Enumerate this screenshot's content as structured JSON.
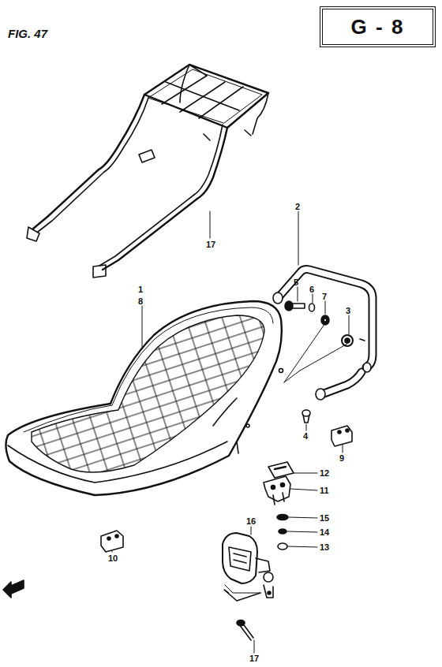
{
  "diagram": {
    "title": "FIG. 47",
    "nodes": [
      {
        "text": [
          "G - 8"
        ]
      }
    ],
    "labels": [
      "17",
      "2",
      "1",
      "8",
      "5",
      "6",
      "7",
      "3",
      "4",
      "9",
      "12",
      "11",
      "15",
      "14",
      "13",
      "16",
      "10",
      "17"
    ]
  }
}
